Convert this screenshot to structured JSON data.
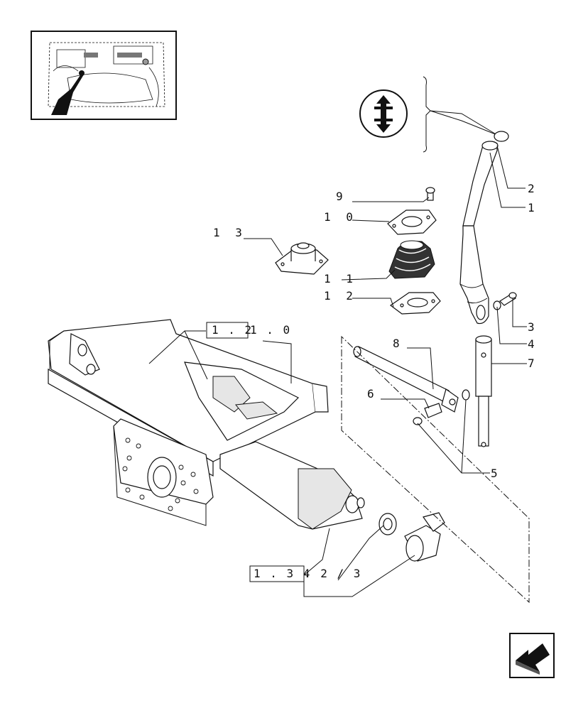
{
  "references": {
    "group_a": "1 . 2",
    "group_a_suffix": "1 . 0",
    "group_b": "1 . 3 4",
    "group_b_suffix": ". 2 / 3"
  },
  "callouts": [
    "1",
    "2",
    "3",
    "4",
    "5",
    "6",
    "7",
    "8",
    "9",
    "1 0",
    "1 1",
    "1 2",
    "1 3"
  ],
  "icons": {
    "locator": "tractor-locator-thumbnail",
    "symbol": "gear-lever-direction-symbol",
    "next": "next-page-arrow-icon"
  }
}
